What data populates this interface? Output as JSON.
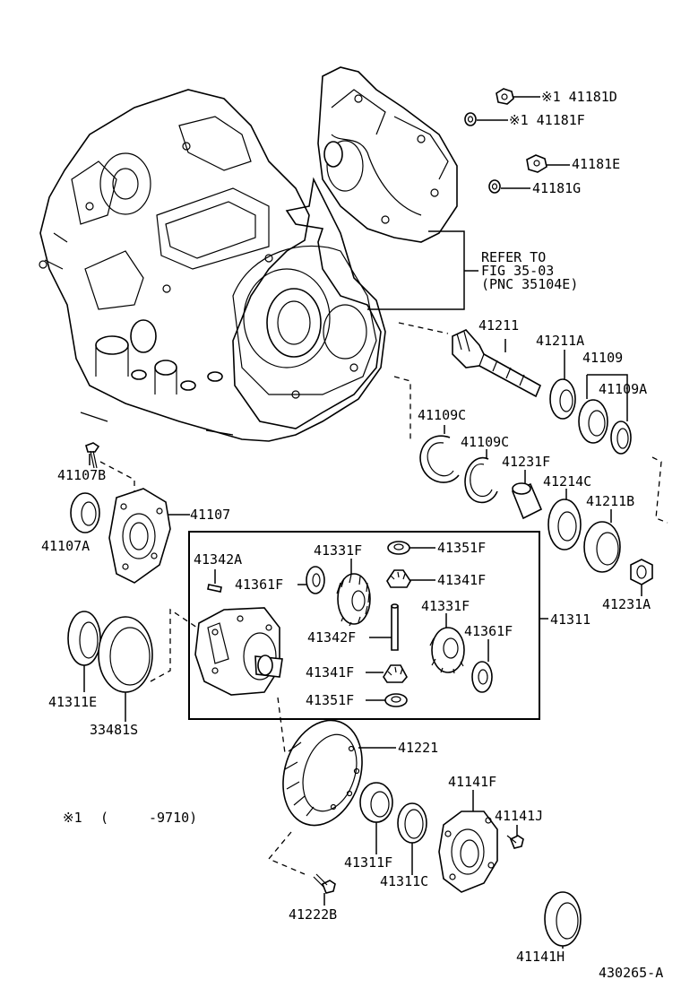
{
  "diagram_id": "430265-A",
  "footnote": {
    "marker": "※1",
    "open": "(",
    "range": "-9710)"
  },
  "refer": {
    "line1": "REFER TO",
    "line2": "FIG 35-03",
    "line3": "(PNC 35104E)"
  },
  "labels": {
    "p41181D": "※1 41181D",
    "p41181F": "※1 41181F",
    "p41181E": "41181E",
    "p41181G": "41181G",
    "p41211": "41211",
    "p41211A": "41211A",
    "p41109": "41109",
    "p41109A": "41109A",
    "p41109C_1": "41109C",
    "p41109C_2": "41109C",
    "p41231F": "41231F",
    "p41214C": "41214C",
    "p41211B": "41211B",
    "p41231A": "41231A",
    "p41107B": "41107B",
    "p41107": "41107",
    "p41107A": "41107A",
    "p41342A": "41342A",
    "p41361F_1": "41361F",
    "p41331F_1": "41331F",
    "p41351F_1": "41351F",
    "p41341F_1": "41341F",
    "p41331F_2": "41331F",
    "p41311": "41311",
    "p41342F": "41342F",
    "p41361F_2": "41361F",
    "p41341F_2": "41341F",
    "p41351F_2": "41351F",
    "p41311E": "41311E",
    "p33481S": "33481S",
    "p41221": "41221",
    "p41141F": "41141F",
    "p41141J": "41141J",
    "p41311F": "41311F",
    "p41311C": "41311C",
    "p41222B": "41222B",
    "p41141H": "41141H"
  }
}
